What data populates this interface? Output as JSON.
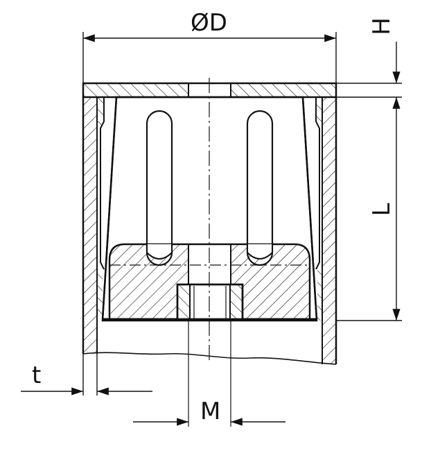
{
  "diagram": {
    "labels": {
      "diameter": "ØD",
      "height_head": "H",
      "length": "L",
      "wall_thickness": "t",
      "thread": "M"
    }
  },
  "colors": {
    "line": "#111111",
    "background": "#ffffff"
  }
}
